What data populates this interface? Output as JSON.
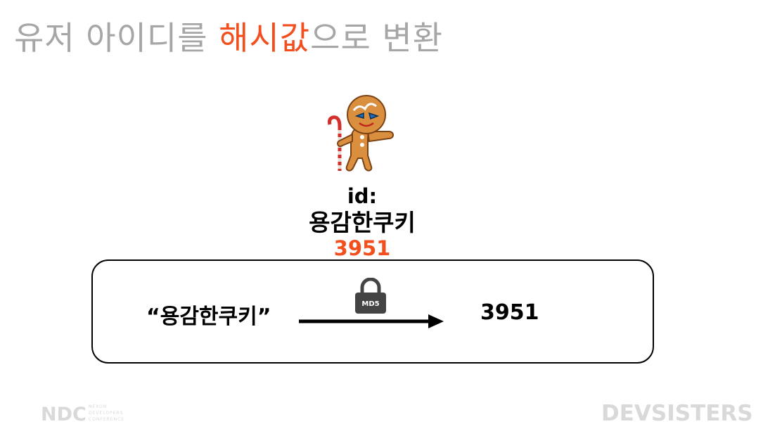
{
  "title": {
    "prefix": "유저 아이디를 ",
    "highlight": "해시값",
    "suffix": "으로 변환"
  },
  "character": {
    "id_label": "id:",
    "name": "용감한쿠키",
    "hash": "3951"
  },
  "flow": {
    "input": "“용감한쿠키”",
    "algorithm": "MD5",
    "output": "3951"
  },
  "footer": {
    "left_logo": "NDC",
    "left_logo_sub": [
      "NEXON",
      "DEVELOPERS",
      "CONFERENCE"
    ],
    "right_logo": "DEVSISTERS"
  },
  "colors": {
    "accent": "#f24e1e",
    "title": "#a6a6a6",
    "logo": "#d9d9d9"
  }
}
